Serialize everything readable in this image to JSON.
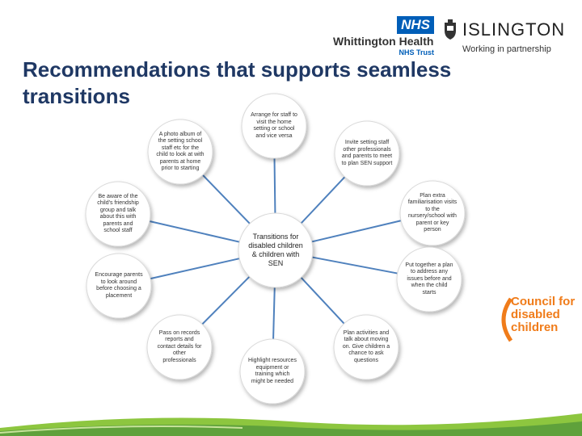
{
  "title": {
    "line1": "Recommendations that supports seamless",
    "line2": "transitions"
  },
  "logos": {
    "nhs_badge": "NHS",
    "nhs_name": "Whittington Health",
    "nhs_trust": "NHS Trust",
    "islington": "ISLINGTON",
    "islington_tagline": "Working in partnership",
    "cdc_text": "Council for disabled children"
  },
  "colors": {
    "title": "#1f3864",
    "nhs_blue": "#005eb8",
    "spoke_line": "#4f81bd",
    "cdc_orange": "#f07c1a",
    "grass_green": "#8dc63f"
  },
  "center": {
    "text": "Transitions for disabled children & children with SEN"
  },
  "nodes": [
    {
      "text": "Arrange for staff to visit the home setting or school and vice versa"
    },
    {
      "text": "Invite setting staff other professionals and parents to meet to plan SEN support"
    },
    {
      "text": "Plan extra familiarisation visits to the nursery/school with parent or key person"
    },
    {
      "text": "Put together a plan to address any issues before and when the child starts"
    },
    {
      "text": "Plan activities and talk about moving on. Give children a chance to ask questions"
    },
    {
      "text": "Highlight resources equipment or training which might be needed"
    },
    {
      "text": "Pass on records reports and contact details for other professionals"
    },
    {
      "text": "Encourage parents to look around before choosing a placement"
    },
    {
      "text": "Be aware of the child's friendship group and talk about this with parents and school staff"
    },
    {
      "text": "A photo album of the setting school staff etc for the child to look at with parents at home prior to starting"
    }
  ]
}
